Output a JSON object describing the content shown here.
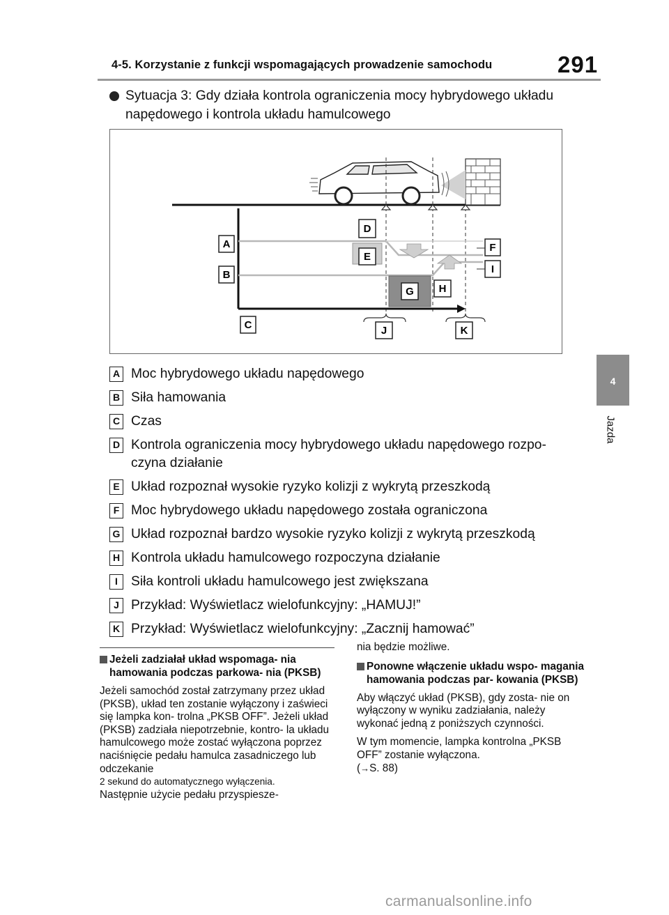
{
  "header": {
    "title": "4-5. Korzystanie z funkcji wspomagających prowadzenie samochodu",
    "page_number": "291"
  },
  "side_tab": {
    "number": "4",
    "label": "Jazda"
  },
  "intro": {
    "text": "Sytuacja 3: Gdy działa kontrola ograniczenia mocy hybrydowego układu napędowego i kontrola układu hamulcowego"
  },
  "diagram": {
    "labels": [
      "A",
      "B",
      "C",
      "D",
      "E",
      "F",
      "G",
      "H",
      "I",
      "J",
      "K"
    ]
  },
  "legend": [
    {
      "key": "A",
      "text": "Moc hybrydowego układu napędowego"
    },
    {
      "key": "B",
      "text": "Siła hamowania"
    },
    {
      "key": "C",
      "text": "Czas"
    },
    {
      "key": "D",
      "text": "Kontrola ograniczenia mocy hybrydowego układu napędowego rozpo- czyna działanie"
    },
    {
      "key": "E",
      "text": "Układ rozpoznał wysokie ryzyko kolizji z wykrytą przeszkodą"
    },
    {
      "key": "F",
      "text": "Moc hybrydowego układu napędowego została ograniczona"
    },
    {
      "key": "G",
      "text": "Układ rozpoznał bardzo wysokie ryzyko kolizji z wykrytą przeszkodą"
    },
    {
      "key": "H",
      "text": "Kontrola układu hamulcowego rozpoczyna działanie"
    },
    {
      "key": "I",
      "text": "Siła kontroli układu hamulcowego jest zwiększana"
    },
    {
      "key": "J",
      "text": "Przykład: Wyświetlacz wielofunkcyjny: „HAMUJ!”"
    },
    {
      "key": "K",
      "text": "Przykład: Wyświetlacz wielofunkcyjny: „Zacznij hamować”"
    }
  ],
  "left_column": {
    "heading": "Jeżeli zadziałał układ wspomaga- nia hamowania podczas parkowa- nia (PKSB)",
    "body": "Jeżeli samochód został zatrzymany przez układ (PKSB), układ ten zostanie wyłączony i zaświeci się lampka kon- trolna „PKSB OFF”. Jeżeli układ (PKSB) zadziała niepotrzebnie, kontro- la układu hamulcowego może zostać wyłączona poprzez naciśnięcie pedału hamulca zasadniczego lub odczekanie",
    "body_small": "2 sekund do automatycznego wyłączenia.",
    "body_end": "Następnie użycie pedału przyspiesze-"
  },
  "right_column": {
    "continuation": "nia będzie możliwe.",
    "heading": "Ponowne włączenie układu wspo- magania hamowania podczas par- kowania (PKSB)",
    "body1": "Aby włączyć układ (PKSB), gdy zosta- nie on wyłączony w wyniku zadziałania, należy wykonać jedną z poniższych czynności.",
    "body2": "W tym momencie, lampka kontrolna „PKSB OFF” zostanie wyłączona.",
    "ref_arrow": "→",
    "ref": "S. 88)",
    "ref_open": "("
  },
  "watermark": "carmanualsonline.info",
  "colors": {
    "side_tab": "#8c8c8c",
    "box_light": "#d6d6d6",
    "box_dark": "#8a8a8a",
    "line_gray": "#b0b0b0"
  }
}
